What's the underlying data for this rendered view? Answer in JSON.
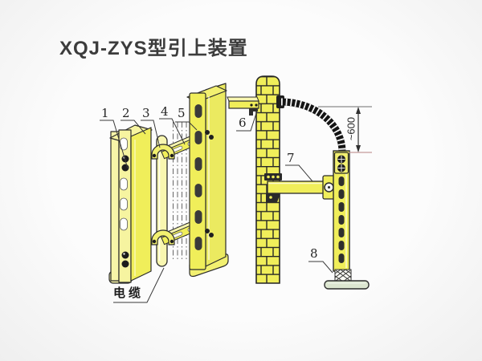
{
  "title": "XQJ-ZYS型引上装置",
  "labels": {
    "part_numbers": [
      "1",
      "2",
      "3",
      "4",
      "5",
      "6",
      "7",
      "8"
    ],
    "cable": "电缆",
    "dimension": "~600"
  },
  "colors": {
    "structure_yellow": "#f0ee5a",
    "structure_yellow_pale": "#f7f5a8",
    "outline_dark": "#2b2b2b",
    "background": "#f7f7f7",
    "conduit_black": "#141414",
    "dimension_extension_pink": "#c49a9a",
    "base_plate_green": "#dce6d0"
  }
}
